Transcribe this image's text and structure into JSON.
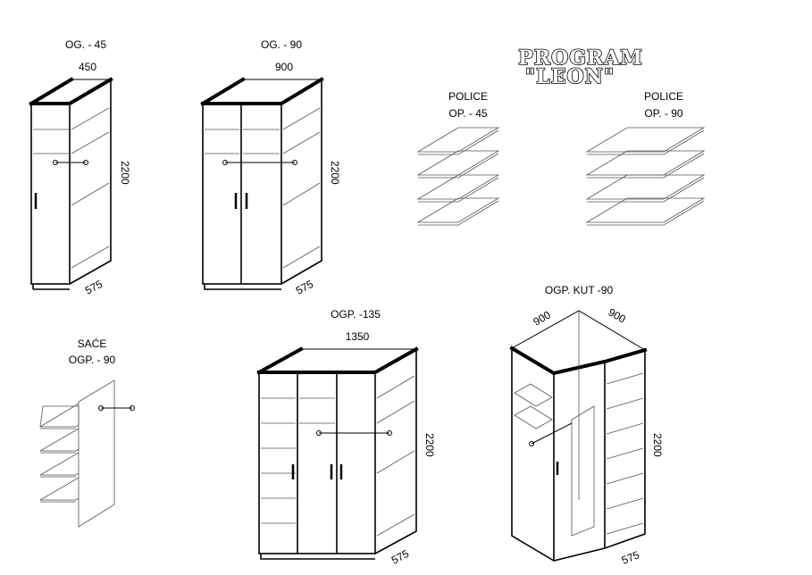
{
  "logo": {
    "line1": "PROGRAM",
    "line2": "\"LEON\""
  },
  "og45": {
    "title": "OG. - 45",
    "width": "450",
    "height": "2200",
    "depth": "575"
  },
  "og90": {
    "title": "OG. - 90",
    "width": "900",
    "height": "2200",
    "depth": "575"
  },
  "police45": {
    "line1": "POLICE",
    "line2": "OP. - 45"
  },
  "police90": {
    "line1": "POLICE",
    "line2": "OP. - 90"
  },
  "sace": {
    "line1": "SAĆE",
    "line2": "OGP. - 90"
  },
  "ogp135": {
    "title": "OGP. -135",
    "width": "1350",
    "height": "2200",
    "depth": "575"
  },
  "kut": {
    "title": "OGP. KUT -90",
    "width_left": "900",
    "width_right": "900",
    "height": "2200",
    "depth": "575"
  }
}
